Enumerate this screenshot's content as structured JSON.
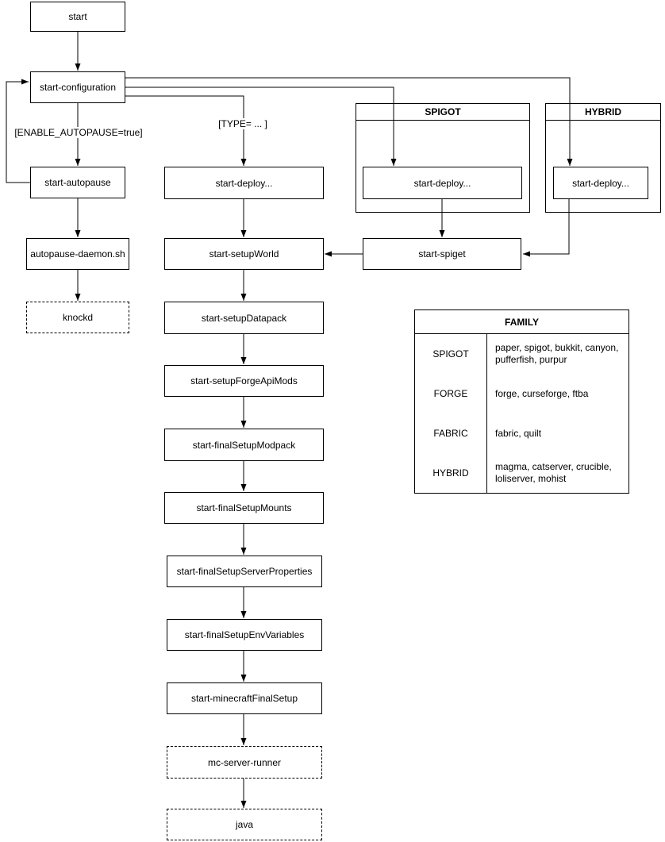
{
  "nodes": {
    "start": "start",
    "start_configuration": "start-configuration",
    "start_autopause": "start-autopause",
    "autopause_daemon": "autopause-daemon.sh",
    "knockd": "knockd",
    "type_deploy": "start-deploy...",
    "setup_world": "start-setupWorld",
    "setup_datapack": "start-setupDatapack",
    "setup_forge_api_mods": "start-setupForgeApiMods",
    "final_setup_modpack": "start-finalSetupModpack",
    "final_setup_mounts": "start-finalSetupMounts",
    "final_setup_server_properties": "start-finalSetupServerProperties",
    "final_setup_env_variables": "start-finalSetupEnvVariables",
    "minecraft_final_setup": "start-minecraftFinalSetup",
    "mc_server_runner": "mc-server-runner",
    "java": "java",
    "spigot_deploy": "start-deploy...",
    "hybrid_deploy": "start-deploy...",
    "start_spiget": "start-spiget"
  },
  "containers": {
    "spigot": "SPIGOT",
    "hybrid": "HYBRID"
  },
  "edge_labels": {
    "enable_autopause": "[ENABLE_AUTOPAUSE=true]",
    "type": "[TYPE= ... ]"
  },
  "family_table": {
    "title": "FAMILY",
    "rows": [
      {
        "family": "SPIGOT",
        "members": "paper, spigot, bukkit, canyon, pufferfish, purpur"
      },
      {
        "family": "FORGE",
        "members": "forge, curseforge, ftba"
      },
      {
        "family": "FABRIC",
        "members": "fabric, quilt"
      },
      {
        "family": "HYBRID",
        "members": "magma, catserver, crucible, loliserver, mohist"
      }
    ]
  },
  "colors": {
    "stroke": "#000000",
    "fill": "#ffffff",
    "text": "#000000"
  }
}
